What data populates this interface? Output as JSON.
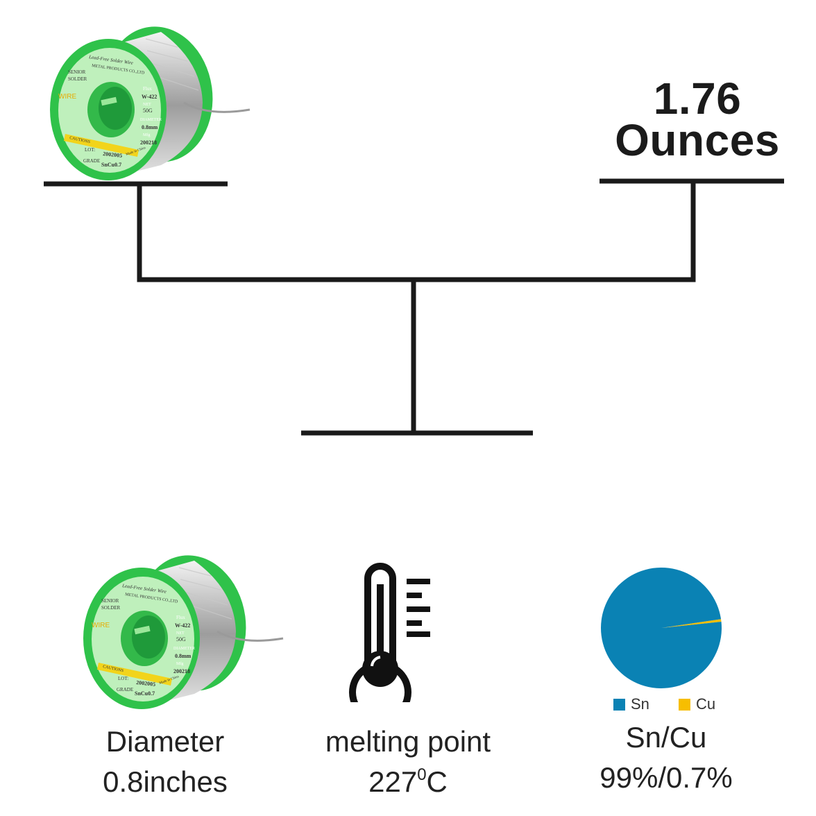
{
  "weight": {
    "line1": "1.76",
    "line2": "Ounces"
  },
  "spool": {
    "brand_line": "Lead-Free Solder Wire",
    "company": "METAL PRODUCTS CO.,LTD",
    "senior": "SENIOR",
    "solder": "SOLDER",
    "wire": "WIRE",
    "flux": "Flux",
    "flux_code": "W-422",
    "net": "NET",
    "net_value": "50G",
    "diameter": "DIAMETER",
    "diameter_value": "0.8mm",
    "mfg": "Mfg",
    "mfg_value": "200218",
    "caution": "CAUTIONS",
    "lot_label": "LOT:",
    "lot_value": "2002005",
    "made_in": "Made in China",
    "grade_label": "GRADE",
    "grade_value": "SnCu0.7"
  },
  "features": {
    "diameter": {
      "title": "Diameter",
      "value": "0.8inches"
    },
    "melting": {
      "title": "melting point",
      "value_number": "227",
      "value_sup": "0",
      "value_unit": "C"
    },
    "alloy": {
      "title": "Sn/Cu",
      "value": "99%/0.7%"
    }
  },
  "colors": {
    "spool_green": "#2fc24a",
    "spool_light": "#a8e8a6",
    "scale_line": "#1a1a1a",
    "sn": "#0a82b4",
    "cu": "#f7be00"
  },
  "icons": [
    "solder-spool-icon",
    "thermometer-icon",
    "balance-scale-icon"
  ],
  "chart_data": {
    "type": "pie",
    "categories": [
      "Sn",
      "Cu"
    ],
    "values": [
      99.0,
      0.7
    ],
    "colors": [
      "#0a82b4",
      "#f7be00"
    ],
    "legend": "bottom",
    "title": ""
  }
}
